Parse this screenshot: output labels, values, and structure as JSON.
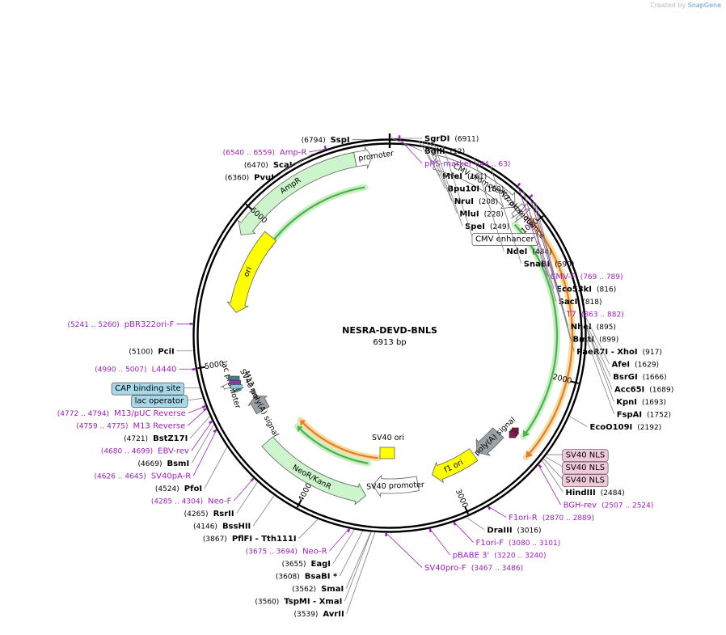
{
  "credit": {
    "prefix": "Created by",
    "brand": "SnapGene"
  },
  "plasmid": {
    "name": "NESRA-DEVD-BNLS",
    "length_label": "6913 bp",
    "total_bp": 6913
  },
  "ticks": [
    {
      "label": "1000",
      "bp": 1000
    },
    {
      "label": "2000",
      "bp": 2000
    },
    {
      "label": "3000",
      "bp": 3000
    },
    {
      "label": "4000",
      "bp": 4000
    },
    {
      "label": "5000",
      "bp": 5000
    },
    {
      "label": "6000",
      "bp": 6000
    }
  ],
  "features": [
    {
      "label": "AmpR promoter",
      "start": 6700,
      "end": 6805,
      "type": "promoter",
      "radius": 222,
      "color": "#ffffff",
      "dir": "cw"
    },
    {
      "label": "AmpR",
      "start": 5840,
      "end": 6700,
      "type": "cds",
      "radius": 222,
      "color": "#ccf5cc",
      "dir": "ccw"
    },
    {
      "label": "CMV promoter",
      "start": 280,
      "end": 850,
      "type": "promoter",
      "radius": 222,
      "color": "#ffffff",
      "dir": "cw"
    },
    {
      "label": "T7 promoter",
      "start": 865,
      "end": 895,
      "type": "promoter",
      "radius": 222,
      "color": "#ffffff",
      "dir": "cw"
    },
    {
      "label": "Kozak sequence",
      "start": 905,
      "end": 925,
      "type": "misc",
      "radius": 222,
      "color": "#ffffff",
      "dir": "cw"
    },
    {
      "label": "ori",
      "start": 5350,
      "end": 5950,
      "type": "ori",
      "radius": 192,
      "color": "#ffff00",
      "dir": "ccw"
    },
    {
      "label": "bGH poly(A) signal",
      "start": 2530,
      "end": 2750,
      "type": "polya",
      "radius": 180,
      "color": "#9aa0a6",
      "dir": "cw"
    },
    {
      "label": "f1 ori",
      "start": 2780,
      "end": 3130,
      "type": "ori",
      "radius": 180,
      "color": "#ffff00",
      "dir": "cw"
    },
    {
      "label": "SV40 promoter",
      "start": 3250,
      "end": 3580,
      "type": "promoter",
      "radius": 186,
      "color": "#ffffff",
      "dir": "cw"
    },
    {
      "label": "NeoR/KanR",
      "start": 3620,
      "end": 4400,
      "type": "cds",
      "radius": 200,
      "color": "#ccf5cc",
      "dir": "ccw"
    },
    {
      "label": "SV40 poly(A) signal",
      "start": 4600,
      "end": 4722,
      "type": "polya",
      "radius": 182,
      "color": "#9aa0a6",
      "dir": "cw"
    },
    {
      "label": "M13 rev",
      "start": 4799,
      "end": 4815,
      "type": "primer_feature",
      "radius": 200,
      "color": "#2e8b57",
      "dir": "cw"
    },
    {
      "label": "lac promoter",
      "start": 4840,
      "end": 4870,
      "type": "promoter",
      "radius": 206,
      "color": "#ffffff",
      "dir": "cw"
    },
    {
      "label": "SV40 ori",
      "start": 3580,
      "end": 3610,
      "type": "ori",
      "radius": 0,
      "color": "#ffff00",
      "dir": "cw"
    }
  ],
  "arcs": [
    {
      "start": 930,
      "end": 2440,
      "radius": 207,
      "color": "#4caf50",
      "glow": "#c8f0c0",
      "dir": "cw"
    },
    {
      "start": 960,
      "end": 2530,
      "radius": 226,
      "color": "#e08020",
      "glow": "#f9dca8",
      "dir": "cw"
    },
    {
      "start": 5870,
      "end": 6730,
      "radius": 186,
      "color": "#4caf50",
      "glow": "#c8f0c0",
      "dir": "ccw"
    },
    {
      "start": 3640,
      "end": 4330,
      "radius": 160,
      "color": "#4caf50",
      "glow": "#c8f0c0",
      "dir": "cw"
    },
    {
      "start": 3560,
      "end": 4350,
      "radius": 152,
      "color": "#e08020",
      "glow": "#f9dca8",
      "dir": "cw"
    }
  ],
  "sites_right": [
    {
      "name": "SgrDI",
      "pos": "(6911)",
      "bp": 6911,
      "color": "#000000"
    },
    {
      "name": "BglII",
      "pos": "(12)",
      "bp": 12,
      "color": "#000000"
    },
    {
      "name": "pRS-marker",
      "pos": "(44 .. 63)",
      "bp": 54,
      "color": "#a020c0"
    },
    {
      "name": "MfeI",
      "pos": "(161)",
      "bp": 161,
      "color": "#000000"
    },
    {
      "name": "Bpu10I",
      "pos": "(180)",
      "bp": 180,
      "color": "#000000"
    },
    {
      "name": "NruI",
      "pos": "(208)",
      "bp": 208,
      "color": "#000000"
    },
    {
      "name": "MluI",
      "pos": "(228)",
      "bp": 228,
      "color": "#000000"
    },
    {
      "name": "SpeI",
      "pos": "(249)",
      "bp": 249,
      "color": "#000000"
    },
    {
      "name": "CMV enhancer",
      "pos": "",
      "bp": 300,
      "color": "#000000"
    },
    {
      "name": "NdeI",
      "pos": "(484)",
      "bp": 484,
      "color": "#000000"
    },
    {
      "name": "SnaBI",
      "pos": "(590)",
      "bp": 590,
      "color": "#000000"
    },
    {
      "name": "CMV-F",
      "pos": "(769 .. 789)",
      "bp": 779,
      "color": "#a020c0"
    },
    {
      "name": "Eco53kI",
      "pos": "(816)",
      "bp": 816,
      "color": "#000000"
    },
    {
      "name": "SacI",
      "pos": "(818)",
      "bp": 818,
      "color": "#000000"
    },
    {
      "name": "T7",
      "pos": "(863 .. 882)",
      "bp": 872,
      "color": "#a020c0"
    },
    {
      "name": "NheI",
      "pos": "(895)",
      "bp": 895,
      "color": "#000000"
    },
    {
      "name": "BmtI",
      "pos": "(899)",
      "bp": 899,
      "color": "#000000"
    },
    {
      "name": "PaeR7I - XhoI",
      "pos": "(917)",
      "bp": 917,
      "color": "#000000"
    },
    {
      "name": "AfeI",
      "pos": "(1629)",
      "bp": 1629,
      "color": "#000000"
    },
    {
      "name": "BsrGI",
      "pos": "(1666)",
      "bp": 1666,
      "color": "#000000"
    },
    {
      "name": "Acc65I",
      "pos": "(1689)",
      "bp": 1689,
      "color": "#000000"
    },
    {
      "name": "KpnI",
      "pos": "(1693)",
      "bp": 1693,
      "color": "#000000"
    },
    {
      "name": "FspAI",
      "pos": "(1752)",
      "bp": 1752,
      "color": "#000000"
    },
    {
      "name": "EcoO109I",
      "pos": "(2192)",
      "bp": 2192,
      "color": "#000000"
    },
    {
      "name": "SV40 NLS",
      "pos": "",
      "bp": 2440,
      "color": "#000000"
    },
    {
      "name": "SV40 NLS",
      "pos": "",
      "bp": 2455,
      "color": "#000000"
    },
    {
      "name": "SV40 NLS",
      "pos": "",
      "bp": 2470,
      "color": "#000000"
    },
    {
      "name": "HindIII",
      "pos": "(2484)",
      "bp": 2484,
      "color": "#000000"
    },
    {
      "name": "BGH-rev",
      "pos": "(2507 .. 2524)",
      "bp": 2515,
      "color": "#a020c0"
    },
    {
      "name": "F1ori-R",
      "pos": "(2870 .. 2889)",
      "bp": 2880,
      "color": "#a020c0"
    },
    {
      "name": "DraIII",
      "pos": "(3016)",
      "bp": 3016,
      "color": "#000000"
    },
    {
      "name": "F1ori-F",
      "pos": "(3080 .. 3101)",
      "bp": 3090,
      "color": "#a020c0"
    },
    {
      "name": "pBABE 3'",
      "pos": "(3220 .. 3240)",
      "bp": 3230,
      "color": "#a020c0"
    },
    {
      "name": "SV40pro-F",
      "pos": "(3467 .. 3486)",
      "bp": 3476,
      "color": "#a020c0"
    }
  ],
  "sites_left": [
    {
      "name": "SspI",
      "pos": "(6794)",
      "bp": 6794,
      "color": "#000000"
    },
    {
      "name": "Amp-R",
      "pos": "(6540 .. 6559)",
      "bp": 6550,
      "color": "#a020c0"
    },
    {
      "name": "ScaI",
      "pos": "(6470)",
      "bp": 6470,
      "color": "#000000"
    },
    {
      "name": "PvuI",
      "pos": "(6360)",
      "bp": 6360,
      "color": "#000000"
    },
    {
      "name": "pBR322ori-F",
      "pos": "(5241 .. 5260)",
      "bp": 5250,
      "color": "#a020c0"
    },
    {
      "name": "PciI",
      "pos": "(5100)",
      "bp": 5100,
      "color": "#000000"
    },
    {
      "name": "L4440",
      "pos": "(4990 .. 5007)",
      "bp": 4998,
      "color": "#a020c0"
    },
    {
      "name": "CAP binding site",
      "pos": "",
      "bp": 4890,
      "color": "#000000"
    },
    {
      "name": "M13/pUC Reverse",
      "pos": "(4772 .. 4794)",
      "bp": 4783,
      "color": "#a020c0"
    },
    {
      "name": "lac operator",
      "pos": "",
      "bp": 4830,
      "color": "#000000"
    },
    {
      "name": "M13 Reverse",
      "pos": "(4759 .. 4775)",
      "bp": 4767,
      "color": "#a020c0"
    },
    {
      "name": "BstZ17I",
      "pos": "(4721)",
      "bp": 4721,
      "color": "#000000"
    },
    {
      "name": "EBV-rev",
      "pos": "(4680 .. 4699)",
      "bp": 4690,
      "color": "#a020c0"
    },
    {
      "name": "BsmI",
      "pos": "(4669)",
      "bp": 4669,
      "color": "#000000"
    },
    {
      "name": "SV40pA-R",
      "pos": "(4626 .. 4645)",
      "bp": 4636,
      "color": "#a020c0"
    },
    {
      "name": "PfoI",
      "pos": "(4524)",
      "bp": 4524,
      "color": "#000000"
    },
    {
      "name": "Neo-F",
      "pos": "(4285 .. 4304)",
      "bp": 4295,
      "color": "#a020c0"
    },
    {
      "name": "RsrII",
      "pos": "(4265)",
      "bp": 4265,
      "color": "#000000"
    },
    {
      "name": "BssHII",
      "pos": "(4146)",
      "bp": 4146,
      "color": "#000000"
    },
    {
      "name": "PflFI - Tth111I",
      "pos": "(3867)",
      "bp": 3867,
      "color": "#000000"
    },
    {
      "name": "Neo-R",
      "pos": "(3675 .. 3694)",
      "bp": 3685,
      "color": "#a020c0"
    },
    {
      "name": "EagI",
      "pos": "(3655)",
      "bp": 3655,
      "color": "#000000"
    },
    {
      "name": "BsaBI *",
      "pos": "(3608)",
      "bp": 3608,
      "color": "#000000"
    },
    {
      "name": "SmaI",
      "pos": "(3562)",
      "bp": 3562,
      "color": "#000000"
    },
    {
      "name": "TspMI - XmaI",
      "pos": "(3560)",
      "bp": 3560,
      "color": "#000000"
    },
    {
      "name": "AvrII",
      "pos": "(3539)",
      "bp": 3539,
      "color": "#000000"
    }
  ]
}
